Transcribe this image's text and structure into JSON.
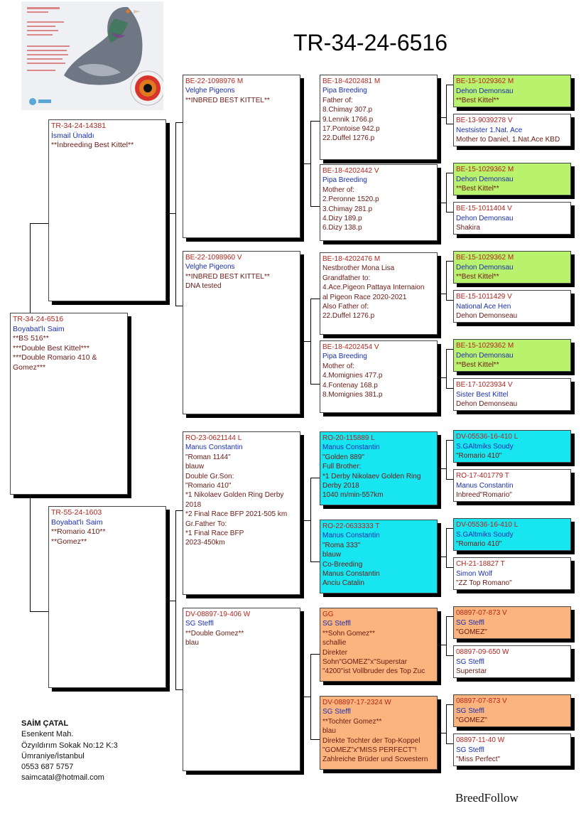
{
  "title": "TR-34-24-6516",
  "brand": "BreedFollow",
  "contact": {
    "name": "SAİM ÇATAL",
    "address1": "Esenkent Mah.",
    "address2": "Özyıldırım Sokak No:12 K:3",
    "address3": "Ümraniye/İstanbul",
    "phone": "0553 687 5757",
    "email": "saimcatal@hotmail.com"
  },
  "colors": {
    "green": "#b9f26d",
    "cyan": "#17e6f0",
    "orange": "#fbb47d",
    "ring": "#b3261e",
    "owner": "#1a2fb0",
    "text": "#6b1a14"
  },
  "icons": [
    "pigeon-photo",
    "pigeon-eye",
    "pipa-logo"
  ],
  "pedigree": {
    "subject": {
      "ring": "TR-34-24-6516",
      "owner": "Boyabat'lı Saim",
      "lines": [
        "**BS 516**",
        "***Double Best Kittel***",
        "***Double Romario 410 &",
        "Gomez***"
      ]
    },
    "sire": {
      "ring": "TR-34-24-14381",
      "owner": "İsmail Ünaldı",
      "lines": [
        "**İnbreeding Best Kittel**"
      ]
    },
    "dam": {
      "ring": "TR-55-24-1603",
      "owner": "Boyabat'lı Saim",
      "lines": [
        "**Romario 410**",
        "**Gomez**"
      ]
    },
    "gp": [
      {
        "ring": "BE-22-1098976 M",
        "owner": "Velghe Pigeons",
        "lines": [
          "**INBRED BEST KITTEL**"
        ]
      },
      {
        "ring": "BE-22-1098960 V",
        "owner": "Velghe Pigeons",
        "lines": [
          "**INBRED BEST KITTEL**",
          "DNA tested"
        ]
      },
      {
        "ring": "RO-23-0621144 L",
        "owner": "Manus Constantin",
        "lines": [
          "\"Roman 1144\"",
          "blauw",
          "Double Gr.Son:",
          "\"Romario 410\"",
          "*1 Nikolaev Golden Ring Derby",
          "2018",
          "*2 Final Race BFP 2021-505 km",
          "Gr.Father To:",
          "*1 Final Race BFP",
          "2023-450km"
        ]
      },
      {
        "ring": "DV-08897-19-406 W",
        "owner": "SG Steffl",
        "lines": [
          "**Double Gomez**",
          "blau"
        ]
      }
    ],
    "ggp": [
      {
        "ring": "BE-18-4202481 M",
        "owner": "Pipa Breeding",
        "lines": [
          "Father of:",
          "8.Chimay     307.p",
          "9.Lennik     1766.p",
          "17.Pontoise   942.p",
          "22.Duffel    1276.p"
        ]
      },
      {
        "ring": "BE-18-4202442 V",
        "owner": "Pipa Breeding",
        "lines": [
          "Mother of:",
          "2.Peronne 1520.p",
          "3.Chimay  281.p",
          "4.Dizy    189.p",
          "6.Dizy    138.p"
        ]
      },
      {
        "ring": "BE-18-4202476 M",
        "owner": "",
        "lines": [
          "Nestbrother Mona Lisa",
          "Grandfather to:",
          "4.Ace.Pigeon Pattaya Internaion",
          "al Pigeon Race 2020-2021",
          "Also Father of:",
          "22.Duffel 1276.p"
        ]
      },
      {
        "ring": "BE-18-4202454 V",
        "owner": "Pipa Breeding",
        "lines": [
          "Mother of:",
          "4.Momignies 477.p",
          "4.Fontenay  168.p",
          "8.Momignies 381.p"
        ]
      },
      {
        "ring": "RO-20-115889 L",
        "owner": "Manus Constantin",
        "lines": [
          "\"Golden 889\"",
          "Full Brother:",
          "*1 Derby Nikolaev Golden Ring",
          "Derby 2018",
          "1040 m/min-557km"
        ]
      },
      {
        "ring": "RO-22-0633333 T",
        "owner": "Manus Constantin",
        "lines": [
          "\"Roma 333\"",
          "blauw",
          "Co-Breeding",
          "Manus Constantin",
          "Anciu Catalin"
        ]
      },
      {
        "ring": "GG",
        "owner": "SG Steffl",
        "lines": [
          "**Sohn Gomez**",
          "schallie",
          "Direkter",
          "Sohn\"GOMEZ\"x\"Superstar",
          "\"4200\"ist Vollbruder des Top Zuc"
        ]
      },
      {
        "ring": "DV-08897-17-2324 W",
        "owner": "SG Steffl",
        "lines": [
          "**Tochter Gomez**",
          "blau",
          "Direkte Tochter der Top-Koppel",
          "\"GOMEZ\"x\"MISS PERFECT\"!",
          "Zahlreiche Brüder und Scwestern"
        ]
      }
    ],
    "g4": [
      {
        "ring": "BE-15-1029362 M",
        "owner": "Dehon Demonsau",
        "lines": [
          "**Best Kittel**"
        ]
      },
      {
        "ring": "BE-13-9039278 V",
        "owner": "Nestsister 1.Nat. Ace",
        "lines": [
          "Mother to Daniel, 1.Nat.Ace KBD"
        ]
      },
      {
        "ring": "BE-15-1029362 M",
        "owner": "Dehon Demonsau",
        "lines": [
          "**Best Kittel**"
        ]
      },
      {
        "ring": "BE-15-1011404 V",
        "owner": "Dehon Demonsau",
        "lines": [
          "Shakira"
        ]
      },
      {
        "ring": "BE-15-1029362 M",
        "owner": "Dehon Demonsau",
        "lines": [
          "**Best Kittel**"
        ]
      },
      {
        "ring": "BE-15-1011429 V",
        "owner": "National Ace Hen",
        "lines": [
          "Dehon Demonseau"
        ]
      },
      {
        "ring": "BE-15-1029362 M",
        "owner": "Dehon Demonsau",
        "lines": [
          "**Best Kittel**"
        ]
      },
      {
        "ring": "BE-17-1023934 V",
        "owner": "Sister Best Kittel",
        "lines": [
          "Dehon Demonseau"
        ]
      },
      {
        "ring": "DV-05536-16-410 L",
        "owner": "S.GAltmiks Soudy",
        "lines": [
          "\"Romario 410\""
        ]
      },
      {
        "ring": "RO-17-401779 T",
        "owner": "Manus Constantin",
        "lines": [
          "Inbreed\"Romario\""
        ]
      },
      {
        "ring": "DV-05536-16-410 L",
        "owner": "S.GAltmiks Soudy",
        "lines": [
          "\"Romario 410\""
        ]
      },
      {
        "ring": "CH-21-18827 T",
        "owner": "Simon Wolf",
        "lines": [
          "\"ZZ Top Romano\""
        ]
      },
      {
        "ring": "08897-07-873 V",
        "owner": "SG Steffl",
        "lines": [
          "\"GOMEZ\""
        ]
      },
      {
        "ring": "08897-09-650 W",
        "owner": "SG Steffl",
        "lines": [
          "Superstar"
        ]
      },
      {
        "ring": "08897-07-873 V",
        "owner": "SG Steffl",
        "lines": [
          "\"GOMEZ\""
        ]
      },
      {
        "ring": "08897-11-40 W",
        "owner": "SG Steffl",
        "lines": [
          "\"Miss Perfect\""
        ]
      }
    ]
  }
}
